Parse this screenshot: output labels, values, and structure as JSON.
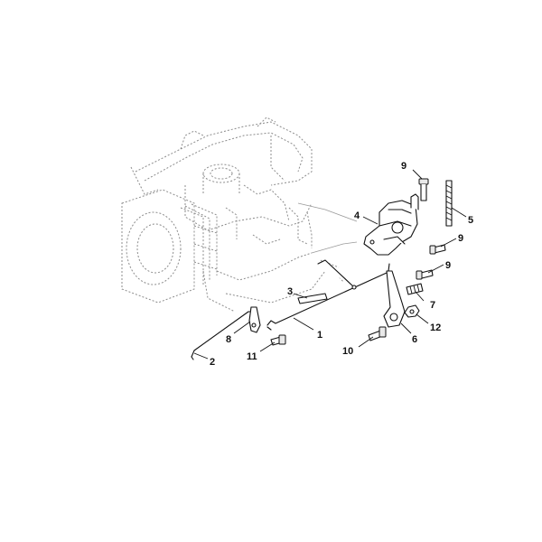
{
  "callouts": [
    {
      "id": "1",
      "label": "1"
    },
    {
      "id": "2",
      "label": "2"
    },
    {
      "id": "3",
      "label": "3"
    },
    {
      "id": "4",
      "label": "4"
    },
    {
      "id": "5",
      "label": "5"
    },
    {
      "id": "6",
      "label": "6"
    },
    {
      "id": "7",
      "label": "7"
    },
    {
      "id": "8",
      "label": "8"
    },
    {
      "id": "9a",
      "label": "9"
    },
    {
      "id": "9b",
      "label": "9"
    },
    {
      "id": "9c",
      "label": "9"
    },
    {
      "id": "10",
      "label": "10"
    },
    {
      "id": "11",
      "label": "11"
    },
    {
      "id": "12",
      "label": "12"
    }
  ]
}
